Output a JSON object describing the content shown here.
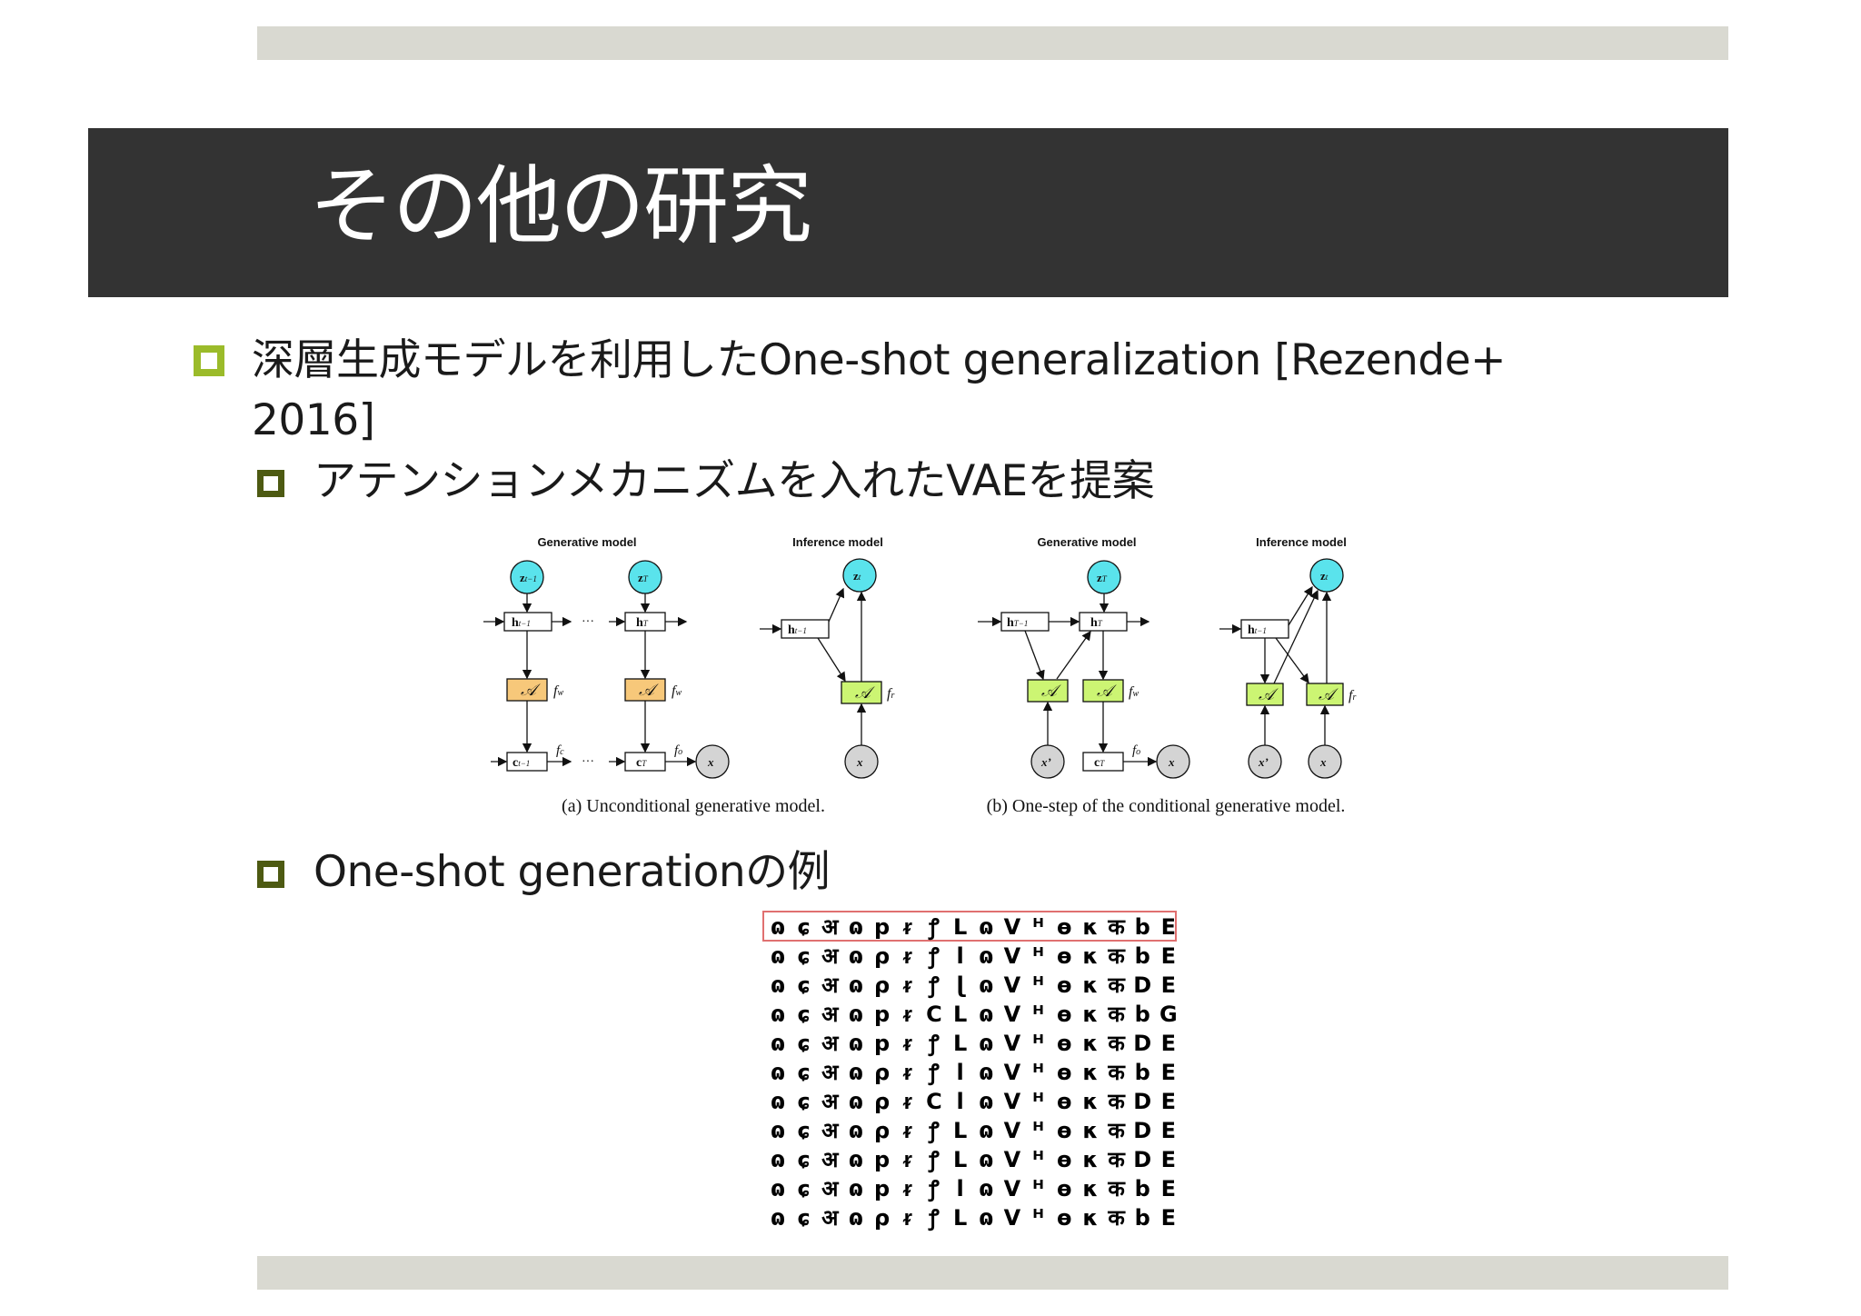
{
  "slide": {
    "title": "その他の研究",
    "bullets": [
      {
        "level": 1,
        "text_line1": "深層生成モデルを利用したOne-shot generalization [Rezende+",
        "text_line2": "2016]"
      },
      {
        "level": 2,
        "text": "アテンションメカニズムを入れたVAEを提案"
      },
      {
        "level": 2,
        "text": "One-shot generationの例"
      }
    ]
  },
  "figure": {
    "titles": [
      "Generative model",
      "Inference model",
      "Generative model",
      "Inference model"
    ],
    "captions": [
      "(a) Unconditional generative model.",
      "(b) One-step of the conditional generative model."
    ],
    "dots": "···",
    "colors": {
      "latent": "#5ae3ec",
      "write": "#f7c87a",
      "read": "#ccf573",
      "observed": "#d4d4d4"
    }
  },
  "examples": {
    "rows": [
      [
        "ɷ",
        "ɕ",
        "अ",
        "ɷ",
        "p",
        "ᵲ",
        "ꝭ",
        "L",
        "ɷ",
        "V",
        "ᴴ",
        "ɵ",
        "κ",
        "क",
        "b",
        "E"
      ],
      [
        "ɷ",
        "ɕ",
        "अ",
        "ɷ",
        "ρ",
        "ᵲ",
        "ꝭ",
        "l",
        "ɷ",
        "V",
        "ᴴ",
        "ɵ",
        "κ",
        "क",
        "b",
        "E"
      ],
      [
        "ɷ",
        "ɕ",
        "अ",
        "ɷ",
        "ρ",
        "ᵲ",
        "ꝭ",
        "ɭ",
        "ɷ",
        "V",
        "ᴴ",
        "ɵ",
        "κ",
        "क",
        "D",
        "E"
      ],
      [
        "ɷ",
        "ɕ",
        "अ",
        "ɷ",
        "p",
        "ᵲ",
        "C",
        "L",
        "ɷ",
        "V",
        "ᴴ",
        "ɵ",
        "κ",
        "क",
        "b",
        "G"
      ],
      [
        "ɷ",
        "ɕ",
        "अ",
        "ɷ",
        "p",
        "ᵲ",
        "ꝭ",
        "L",
        "ɷ",
        "V",
        "ᴴ",
        "ɵ",
        "κ",
        "क",
        "D",
        "E"
      ],
      [
        "ɷ",
        "ɕ",
        "अ",
        "ɷ",
        "ρ",
        "ᵲ",
        "ꝭ",
        "l",
        "ɷ",
        "V",
        "ᴴ",
        "ɵ",
        "κ",
        "क",
        "b",
        "E"
      ],
      [
        "ɷ",
        "ɕ",
        "अ",
        "ɷ",
        "ρ",
        "ᵲ",
        "C",
        "l",
        "ɷ",
        "V",
        "ᴴ",
        "ɵ",
        "κ",
        "क",
        "D",
        "E"
      ],
      [
        "ɷ",
        "ɕ",
        "अ",
        "ɷ",
        "ρ",
        "ᵲ",
        "ꝭ",
        "L",
        "ɷ",
        "V",
        "ᴴ",
        "ɵ",
        "κ",
        "क",
        "D",
        "E"
      ],
      [
        "ɷ",
        "ɕ",
        "अ",
        "ɷ",
        "p",
        "ᵲ",
        "ꝭ",
        "L",
        "ɷ",
        "V",
        "ᴴ",
        "ɵ",
        "κ",
        "क",
        "D",
        "E"
      ],
      [
        "ɷ",
        "ɕ",
        "अ",
        "ɷ",
        "p",
        "ᵲ",
        "ꝭ",
        "l",
        "ɷ",
        "V",
        "ᴴ",
        "ɵ",
        "κ",
        "क",
        "b",
        "E"
      ],
      [
        "ɷ",
        "ɕ",
        "अ",
        "ɷ",
        "ρ",
        "ᵲ",
        "ꝭ",
        "L",
        "ɷ",
        "V",
        "ᴴ",
        "ɵ",
        "κ",
        "क",
        "b",
        "E"
      ]
    ]
  }
}
